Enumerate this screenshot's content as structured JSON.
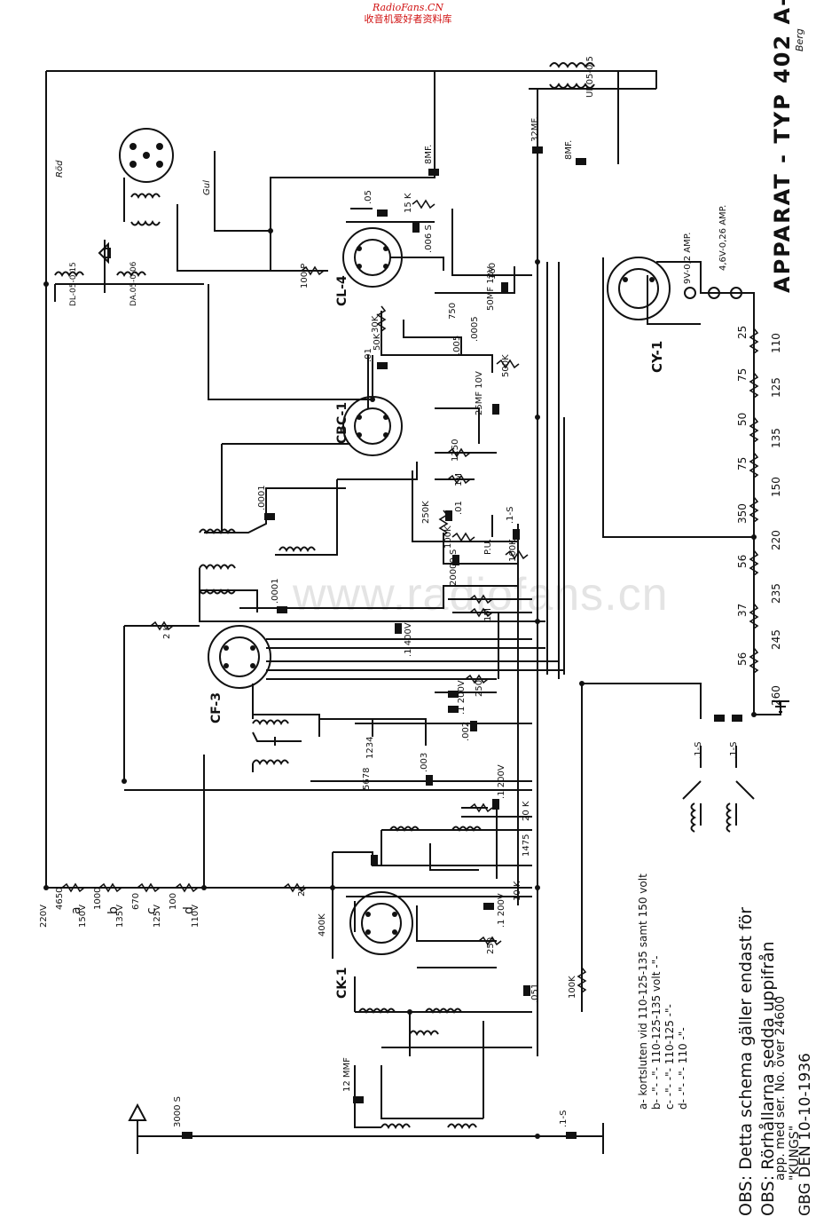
{
  "banner": {
    "site": "RadioFans.CN",
    "subtitle": "收音机爱好者资料库"
  },
  "watermark": "www.radiofans.cn",
  "title": {
    "main": "APPARAT - TYP 402 A-B",
    "signature": "Berg"
  },
  "notes": {
    "line1": "OBS: Rörhållarna sedda uppifrån",
    "line2": "OBS: Detta schema gäller endast för",
    "line3": "app. med ser. No. över 24600",
    "line4": "\"KUNGS\"",
    "line5": "GBG  DEN 10-10-1936",
    "taps": [
      "a- kortsluten vid 110-125-135 samt 150 volt",
      "b-   -\"-    -\"-  110-125-135 volt   -\"-",
      "c-   -\"-    -\"-  110-125        -\"-",
      "d-   -\"-    -\"-  110            -\"-"
    ]
  },
  "tubes": {
    "cl4": "CL-4",
    "cbc1": "CBC-1",
    "cf3": "CF-3",
    "ck1": "CK-1",
    "cy1": "CY-1"
  },
  "mains_taps": {
    "voltages": [
      "110",
      "125",
      "135",
      "150",
      "220",
      "235",
      "245",
      "260"
    ],
    "resistors": [
      "25",
      "75",
      "50",
      "75",
      "350",
      "56",
      "37",
      "56"
    ],
    "lamps": [
      "9V-0,2 AMP.",
      "4,6V-0,26 AMP."
    ]
  },
  "bottom_voltages": {
    "labels": [
      "220V",
      "150V",
      "135V",
      "125V",
      "110V"
    ],
    "resistors": [
      "4650",
      "1000",
      "670",
      "100"
    ],
    "taps": [
      "a",
      "b",
      "c",
      "d"
    ]
  },
  "components": {
    "c_32mf": "32MF.",
    "c_8mf_a": "8MF.",
    "c_8mf_b": "8MF.",
    "uf": "UF.05-0.5",
    "dl": "DL-05-0.15",
    "da": "DA.05-0.06",
    "r100p": "100 P",
    "rod": "Röd",
    "gul": "Gul",
    "c_05": ".05",
    "r15k": "15 K",
    "c_006": ".006 S",
    "r160": "160",
    "c_50mf": "50MF 12V",
    "r30k": "30K.",
    "r750": "750",
    "c_005": ".005",
    "c_0005": ".0005",
    "r50k": "50K",
    "c_01a": ".01",
    "r500k": "500K",
    "c_25mf": "25MF 10V",
    "r1250": "1250",
    "r1m_a": "1M",
    "r250k": "250K",
    "c_01b": ".01",
    "c_1s": ".1-S",
    "r100k_a": "100K",
    "r100k_b": "100K",
    "pu": "P.U.",
    "c_20000": "20000 S",
    "c_0001a": ".0001",
    "c_0001b": ".0001",
    "r1m_b": "1M",
    "r2k": "2 K",
    "c_1_400": ".1 400V",
    "r250": "250",
    "c_1_200a": ".1 200V",
    "c_002": ".002",
    "c_003": ".003",
    "c_1_200b": ".1 200V",
    "r20k": "20 K",
    "r1475": "1475",
    "r2k_b": "2K",
    "r10k": "10 K",
    "c_1_200c": ".1 200V",
    "r400k": "400K",
    "r250_b": "250",
    "r100k_c": "100K",
    "c_051": ".051",
    "c_12mmf": "12 MMF",
    "c_3000": "3000 S",
    "c_1s_b": ".1-S",
    "sw_a": ".1-S",
    "sw_b": ".1-S",
    "band_a": "1234",
    "band_b": "5678"
  }
}
